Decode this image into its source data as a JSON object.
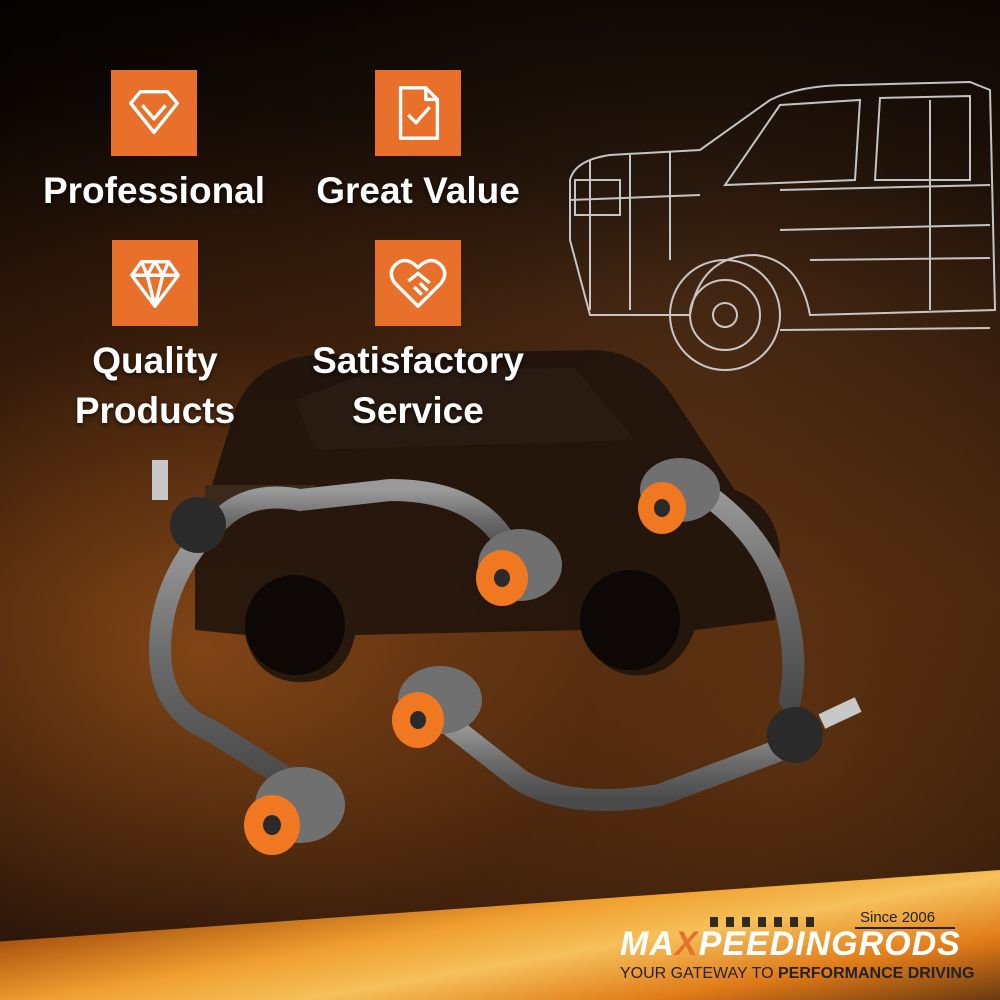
{
  "features": [
    {
      "icon": "heart-diamond-icon",
      "label": "Professional"
    },
    {
      "icon": "document-check-icon",
      "label": "Great Value"
    },
    {
      "icon": "gem-icon",
      "label": "Quality\nProducts"
    },
    {
      "icon": "handshake-heart-icon",
      "label": "Satisfactory\nService"
    }
  ],
  "brand": {
    "name_prefix": "MA",
    "name_x": "X",
    "name_suffix": "PEEDINGRODS",
    "since": "Since 2006",
    "tagline_start": "YOUR GATEWAY TO",
    "tagline_bold": "PERFORMANCE DRIVING"
  },
  "colors": {
    "accent": "#e8702a",
    "badge_bg": "#e8702a",
    "bushing": "#f07820",
    "arm": "#6e6e6e"
  }
}
